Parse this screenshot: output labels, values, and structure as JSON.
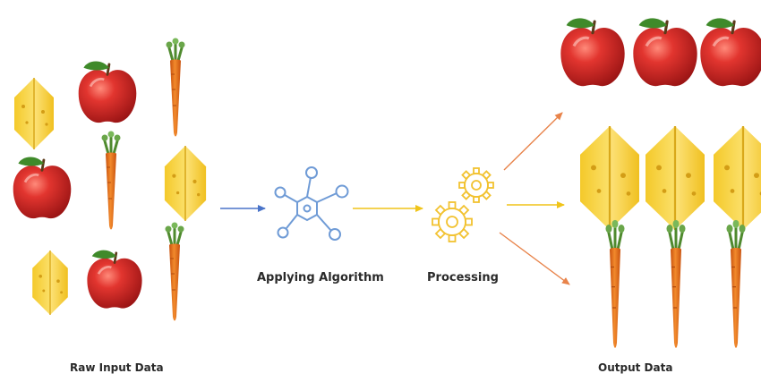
{
  "labels": {
    "raw_input": "Raw Input Data",
    "applying_algorithm": "Applying Algorithm",
    "processing": "Processing",
    "output": "Output Data"
  },
  "icons": {
    "algorithm": "network-hub-icon",
    "processing": "gears-icon"
  },
  "colors": {
    "arrow_blue": "#4a74c9",
    "arrow_yellow": "#f0c419",
    "arrow_orange": "#e8834a",
    "icon_blue": "#6f9bd6",
    "icon_yellow": "#f2c230",
    "apple_red": "#d42a2a",
    "cheese_yellow": "#f6d23c",
    "carrot_orange": "#e8731e",
    "leaf_green": "#4f8a2e"
  }
}
